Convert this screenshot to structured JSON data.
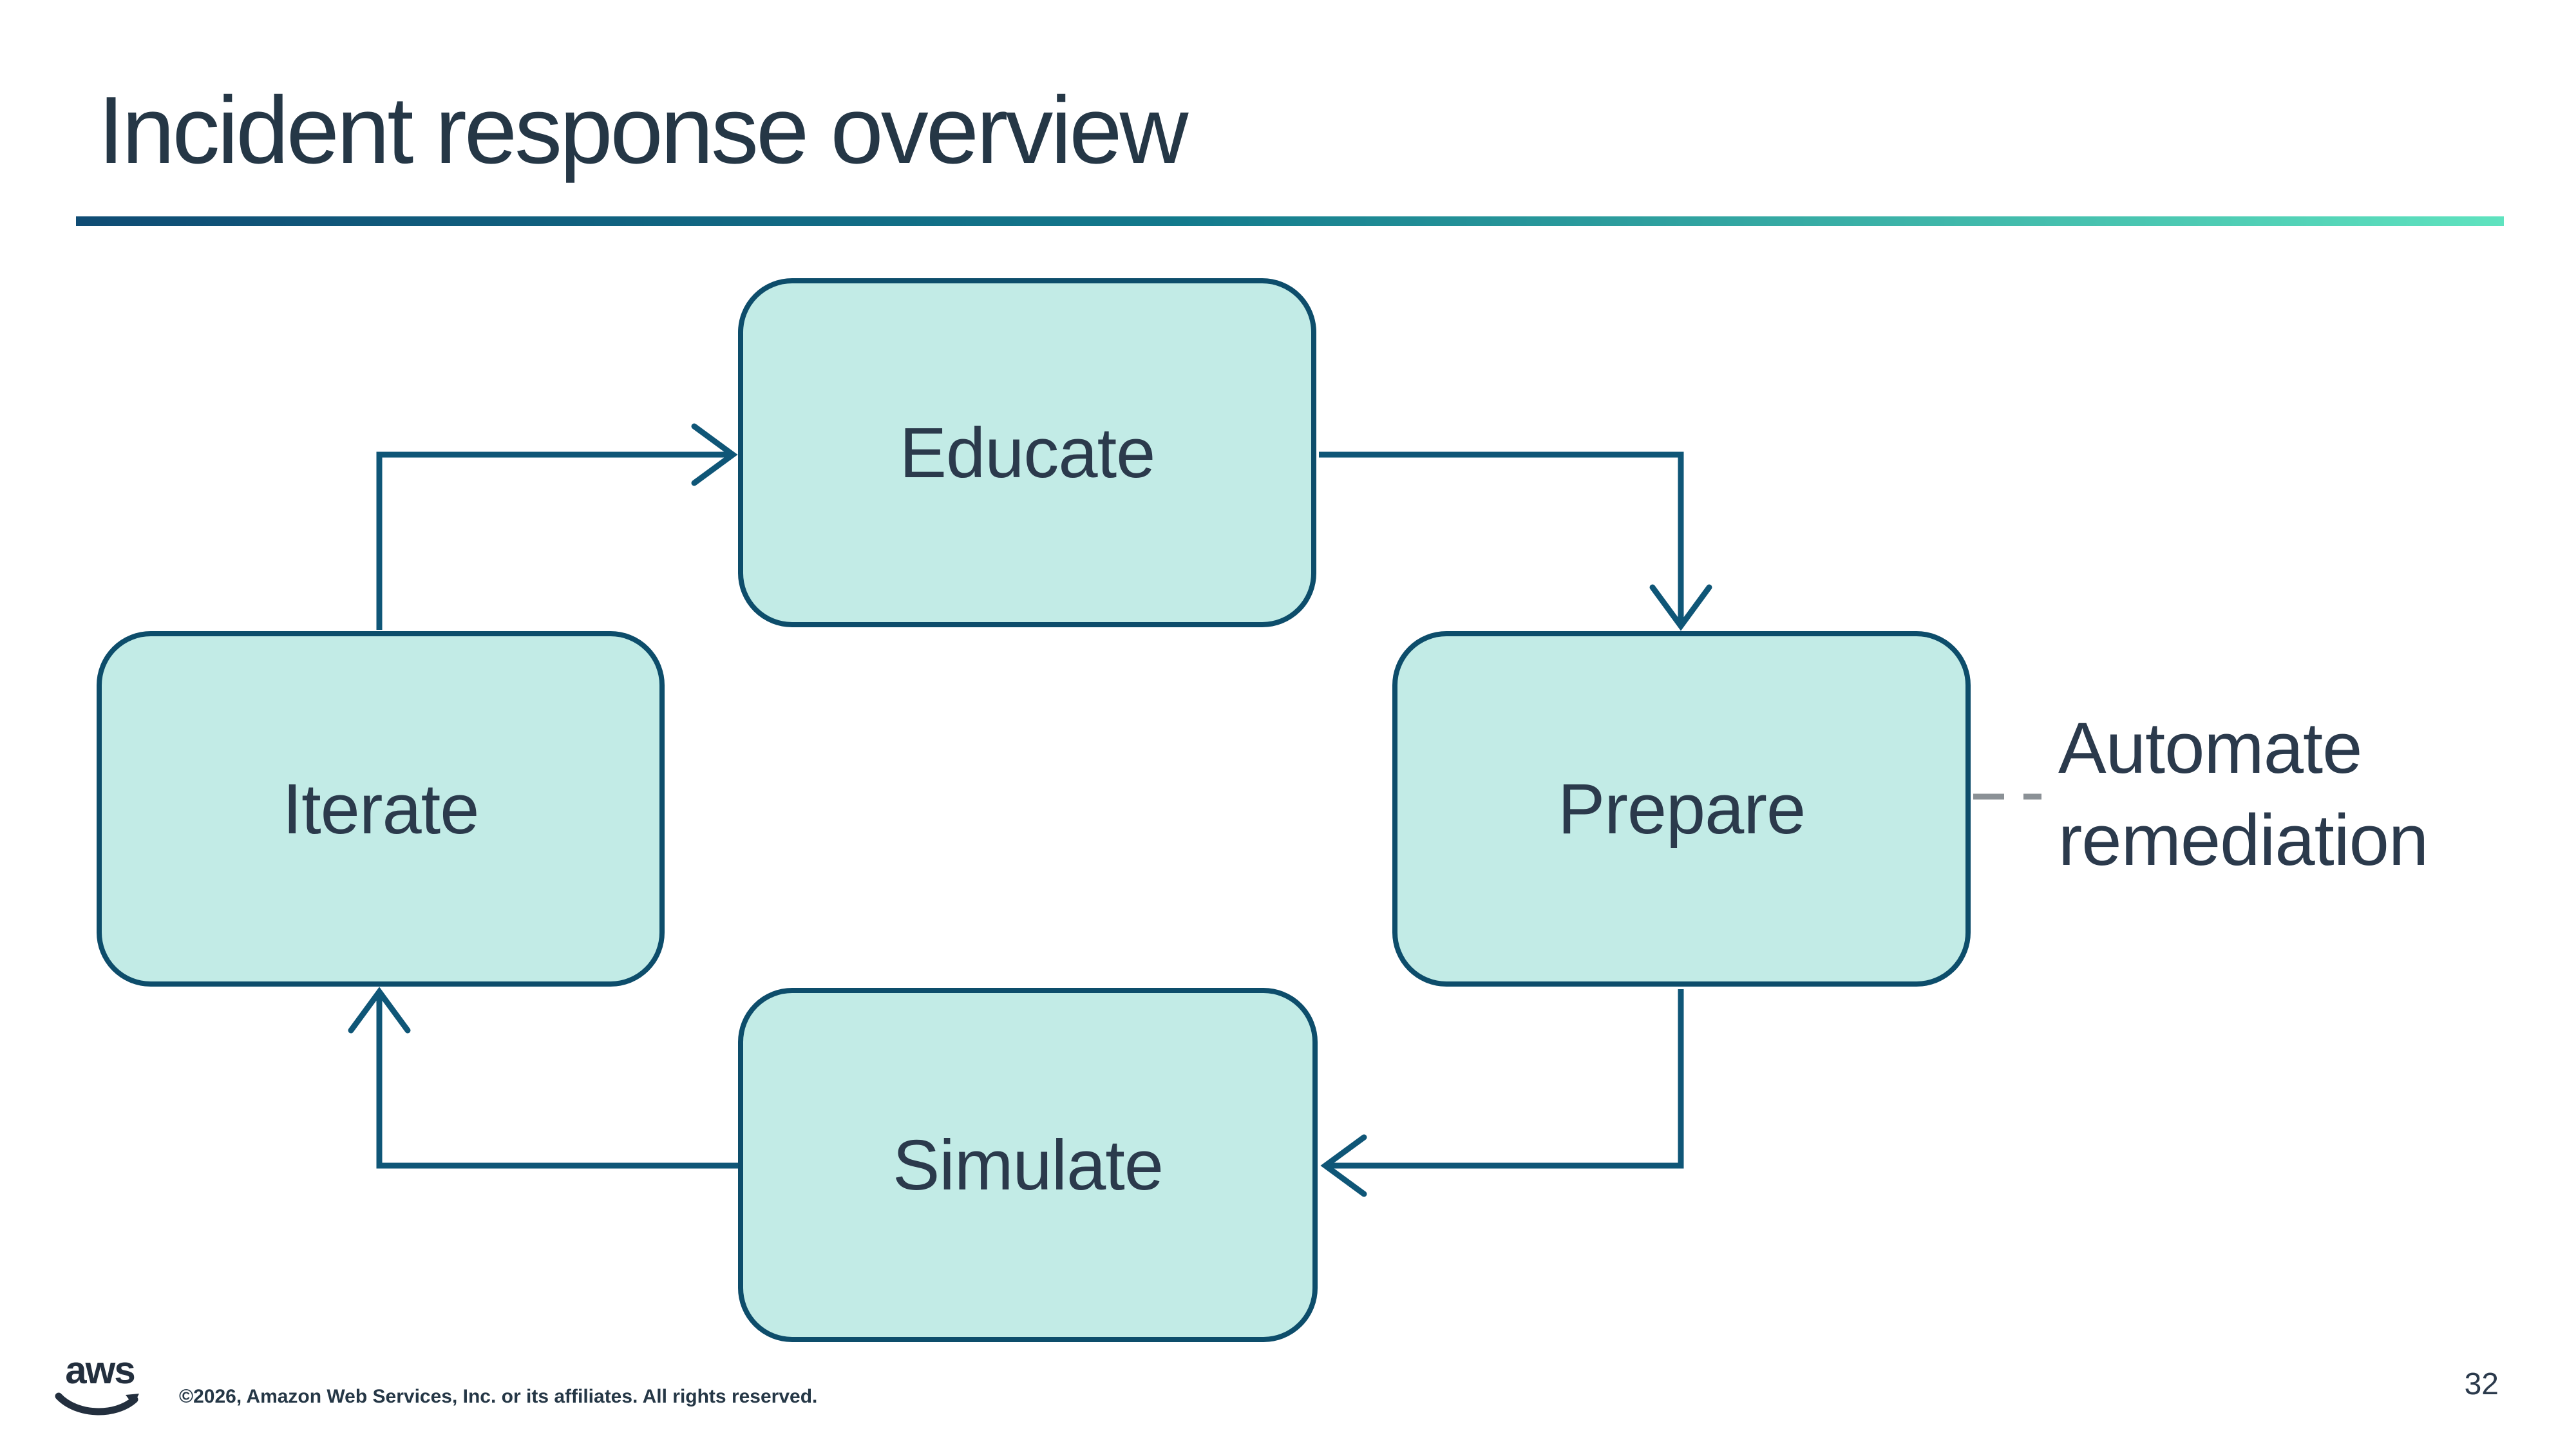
{
  "slide": {
    "title": "Incident response overview",
    "page_number": "32",
    "footer": {
      "copyright": "©2026, Amazon Web Services, Inc. or its affiliates. All rights reserved.",
      "logo_text": "aws"
    }
  },
  "diagram": {
    "nodes": [
      {
        "id": "educate",
        "label": "Educate"
      },
      {
        "id": "prepare",
        "label": "Prepare"
      },
      {
        "id": "simulate",
        "label": "Simulate"
      },
      {
        "id": "iterate",
        "label": "Iterate"
      }
    ],
    "arrows": [
      {
        "from": "iterate",
        "to": "educate"
      },
      {
        "from": "educate",
        "to": "prepare"
      },
      {
        "from": "prepare",
        "to": "simulate"
      },
      {
        "from": "simulate",
        "to": "iterate"
      }
    ],
    "annotation": {
      "label": "Automate remediation",
      "attached_to": "prepare",
      "connector_style": "dashed"
    }
  },
  "colors": {
    "title_text": "#253746",
    "rule_gradient_start": "#0f4c74",
    "rule_gradient_end": "#5fe3bf",
    "node_fill": "#c2ebe6",
    "node_border": "#0d4d6b",
    "node_text": "#2b3a4c",
    "arrow": "#0f5677",
    "dashed_connector": "#8b9196",
    "footer_text": "#253746",
    "logo": "#232f3e"
  }
}
